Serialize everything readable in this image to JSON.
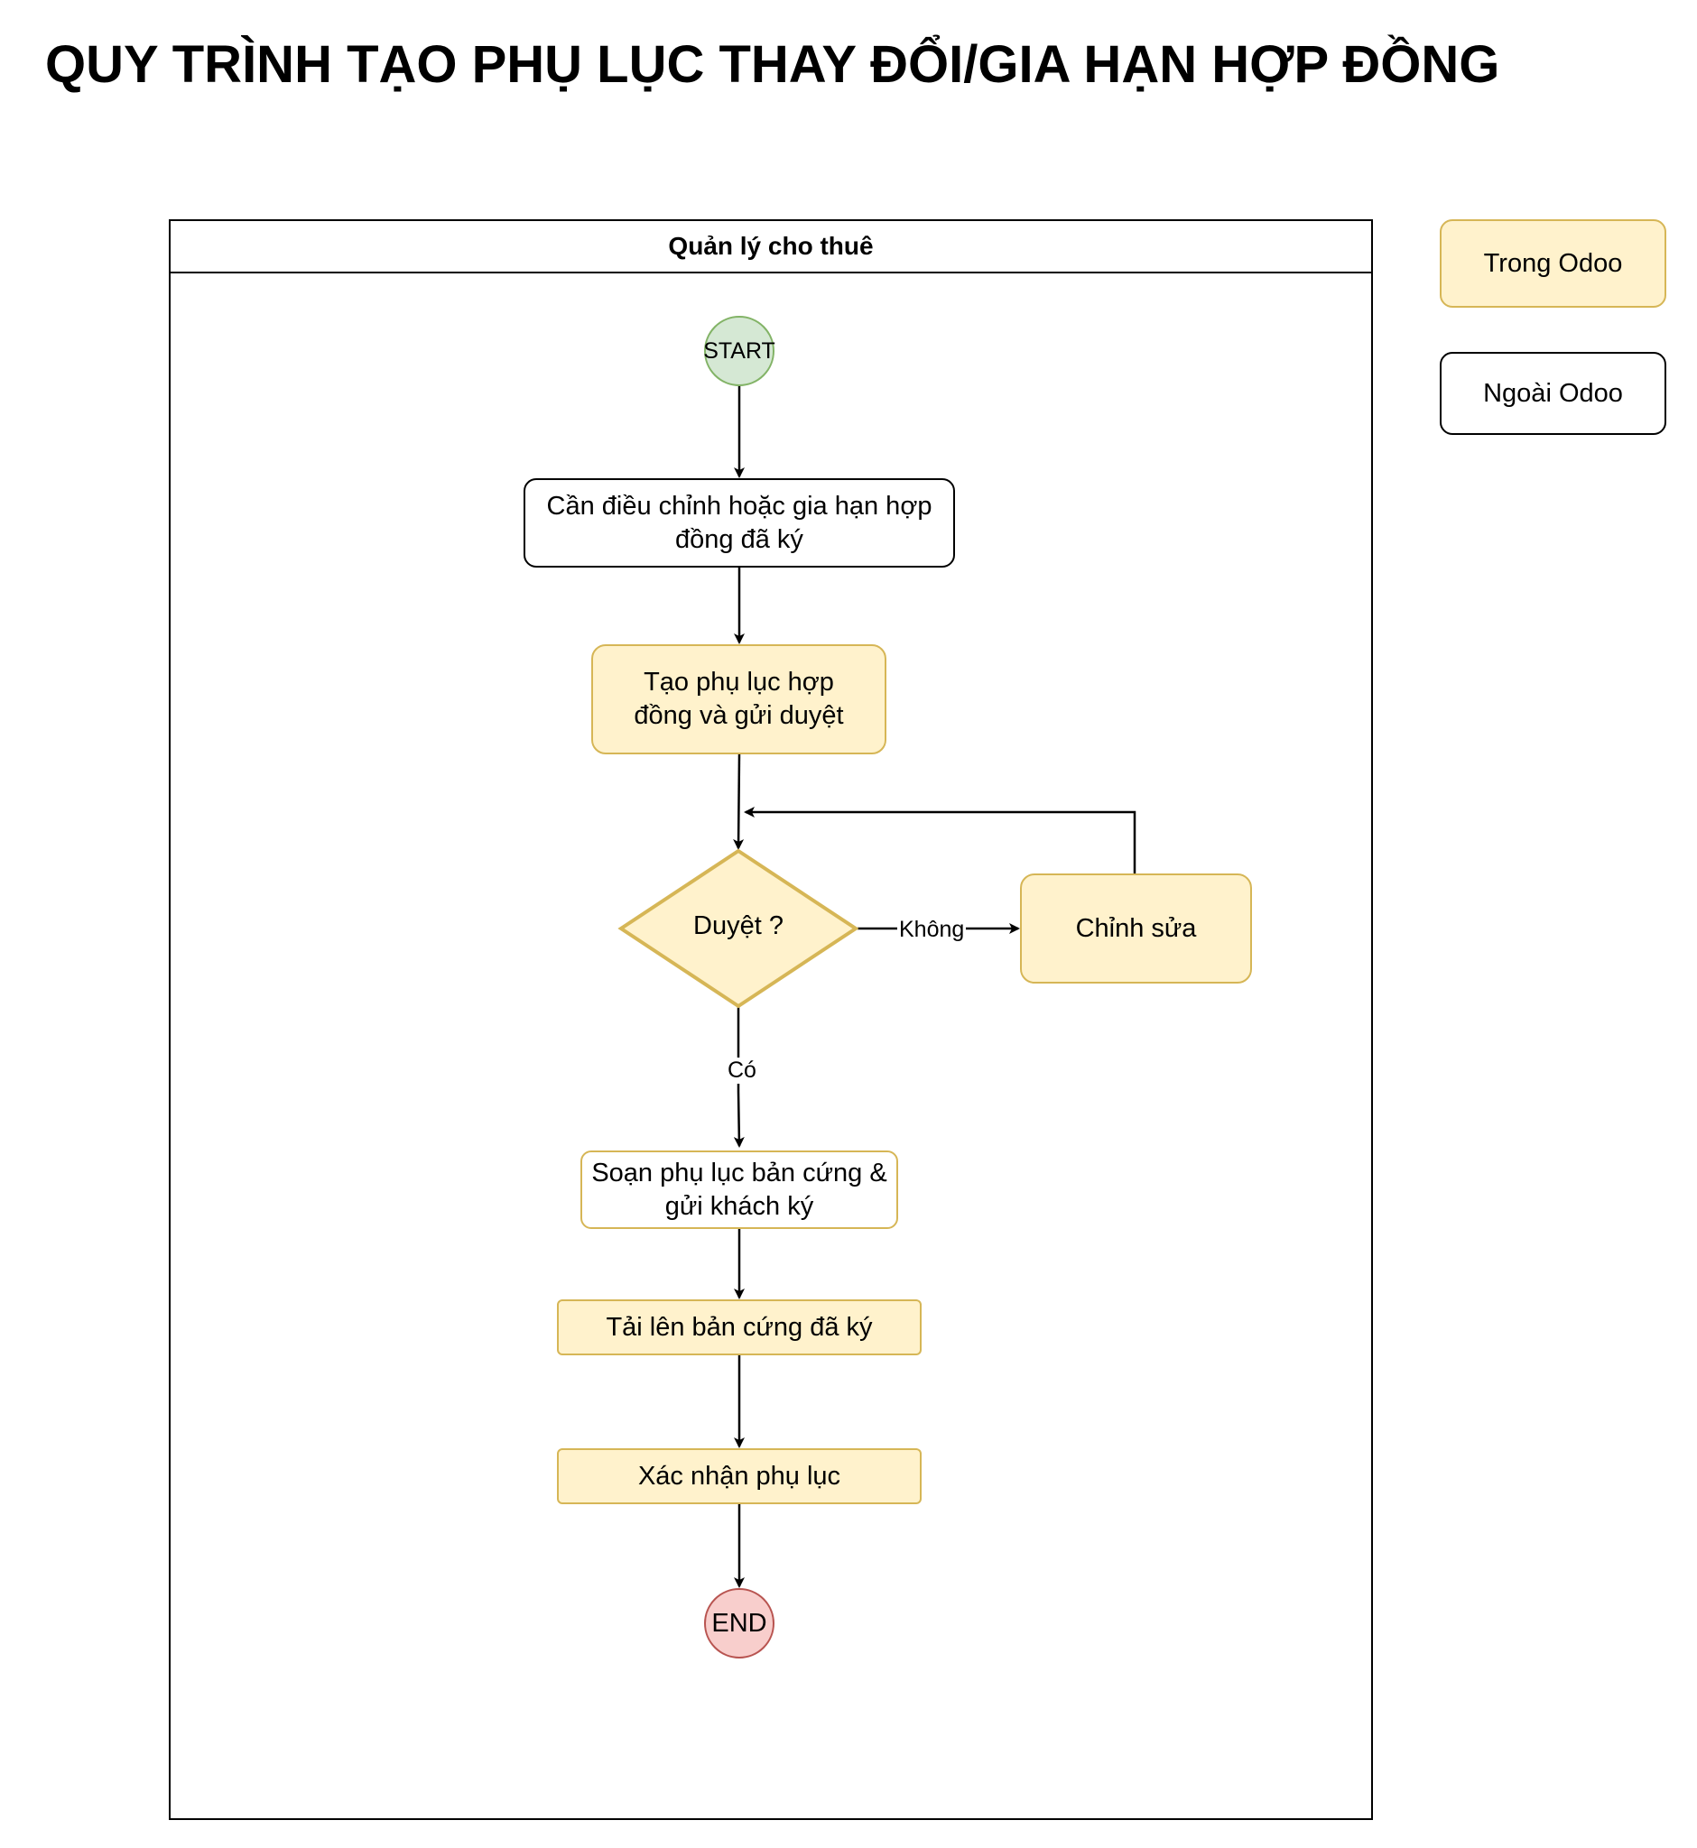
{
  "title": "QUY TRÌNH TẠO PHỤ LỤC THAY ĐỔI/GIA HẠN HỢP ĐỒNG",
  "pool": {
    "label": "Quản lý cho thuê"
  },
  "legend": {
    "in_odoo": "Trong Odoo",
    "out_odoo": "Ngoài Odoo"
  },
  "nodes": {
    "start": "START",
    "need_adjust": "Cần điều chỉnh hoặc gia hạn hợp đồng đã ký",
    "create_appendix": "Tạo phụ lục hợp đồng và gửi duyệt",
    "approve": "Duyệt ?",
    "edit": "Chỉnh sửa",
    "draft_hardcopy": "Soạn phụ lục bản cứng & gửi khách ký",
    "upload_signed": "Tải lên bản cứng đã ký",
    "confirm": "Xác nhận phụ lục",
    "end": "END"
  },
  "edges": {
    "no": "Không",
    "yes": "Có"
  },
  "colors": {
    "in_odoo_fill": "#fff2cc",
    "in_odoo_stroke": "#d6b656",
    "start_fill": "#d5e8d4",
    "end_fill": "#f8cecc"
  }
}
